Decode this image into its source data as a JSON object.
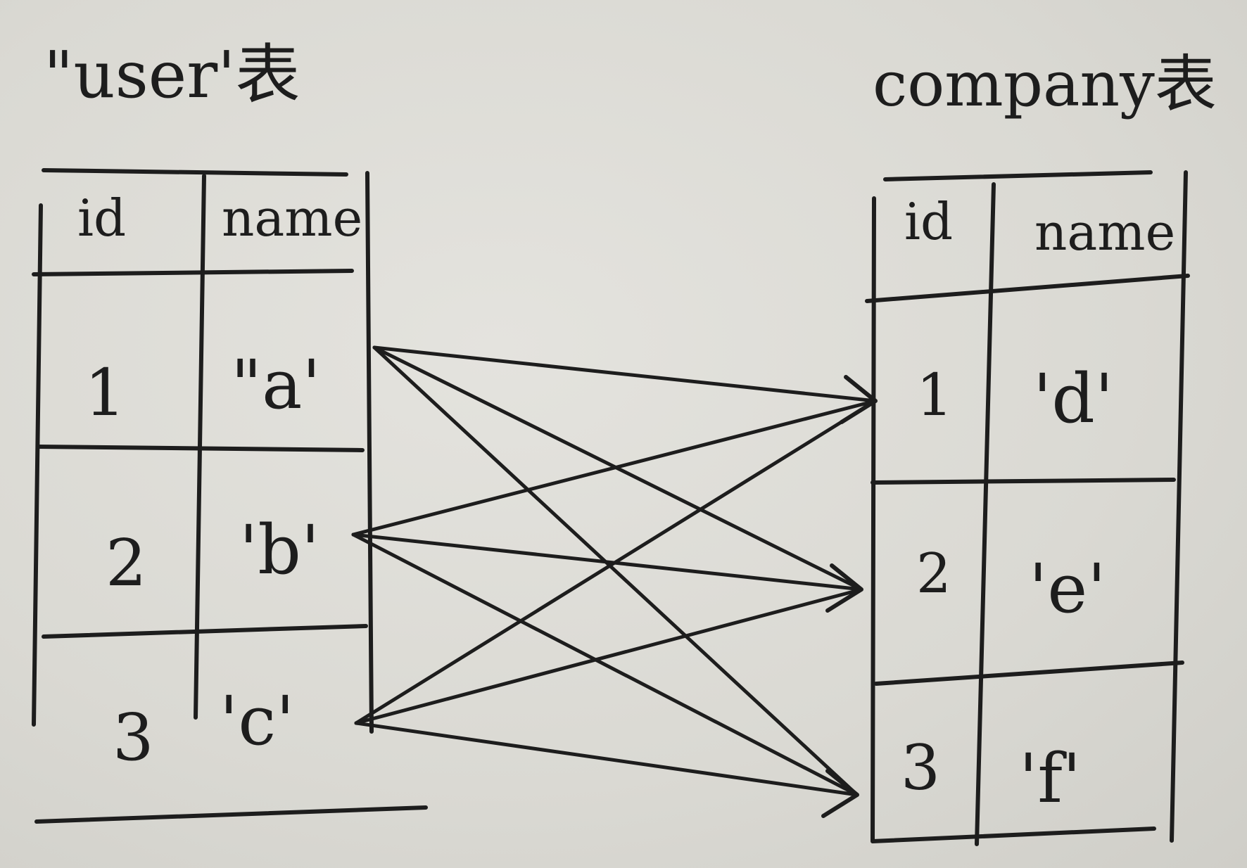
{
  "tables": [
    {
      "id": "user",
      "title": "\"user'表",
      "headers": [
        "id",
        "name"
      ],
      "rows": [
        {
          "id": "1",
          "name": "\"a'"
        },
        {
          "id": "2",
          "name": "'b'"
        },
        {
          "id": "3",
          "name": "'c'"
        }
      ]
    },
    {
      "id": "company",
      "title": "company表",
      "headers": [
        "id",
        "name"
      ],
      "rows": [
        {
          "id": "1",
          "name": "'d'"
        },
        {
          "id": "2",
          "name": "'e'"
        },
        {
          "id": "3",
          "name": "'f'"
        }
      ]
    }
  ],
  "mapping": "every user row connects to every company row",
  "ink_color": "#1d1d1d",
  "paper_color": "#dcdbd6"
}
